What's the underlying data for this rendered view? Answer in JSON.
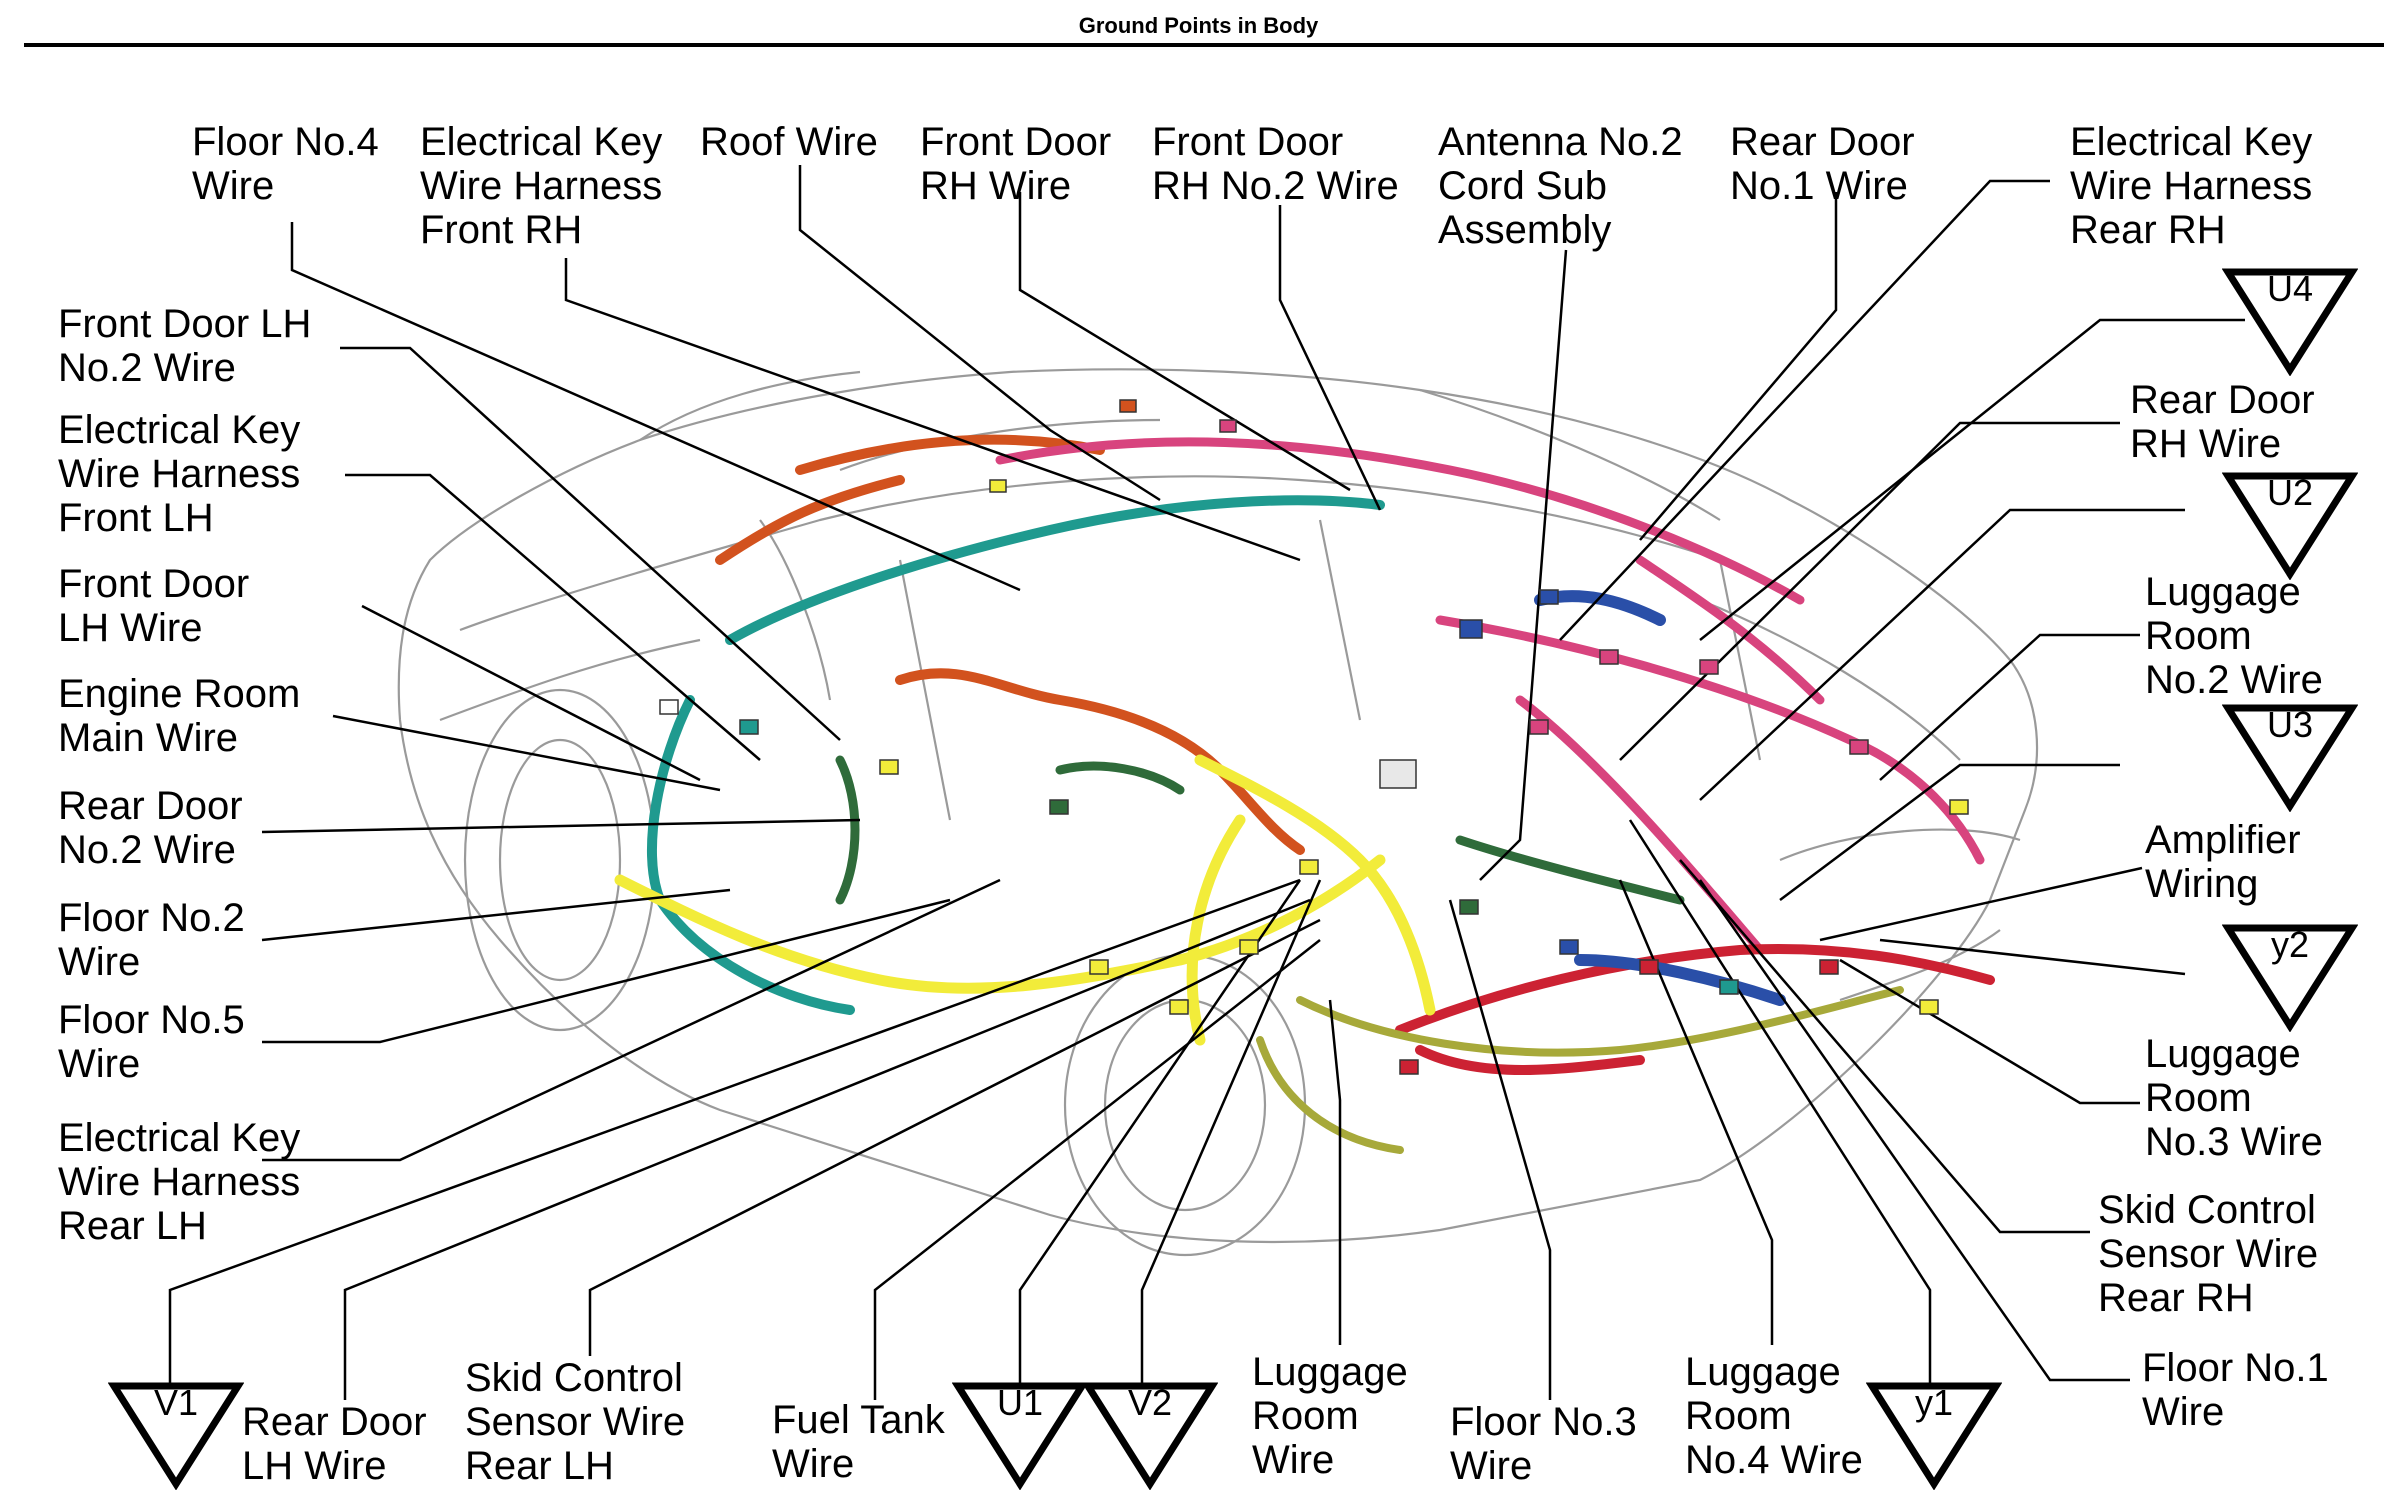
{
  "title": "Ground Points in Body",
  "labels": {
    "floor4": "Floor No.4\nWire",
    "ekwh_front_rh": "Electrical Key\nWire Harness\nFront RH",
    "roof_wire": "Roof Wire",
    "front_door_rh": "Front Door\nRH Wire",
    "front_door_rh2": "Front Door\nRH No.2 Wire",
    "antenna2": "Antenna No.2\nCord Sub\nAssembly",
    "rear_door1": "Rear Door\nNo.1 Wire",
    "ekwh_rear_rh": "Electrical Key\nWire Harness\nRear RH",
    "front_door_lh2": "Front Door LH\nNo.2 Wire",
    "ekwh_front_lh": "Electrical Key\nWire Harness\nFront LH",
    "front_door_lh": "Front Door\nLH Wire",
    "engine_room": "Engine Room\nMain Wire",
    "rear_door2": "Rear Door\nNo.2 Wire",
    "floor2": "Floor No.2\nWire",
    "floor5": "Floor No.5\nWire",
    "ekwh_rear_lh": "Electrical Key\nWire Harness\nRear LH",
    "rear_door_rh": "Rear Door\nRH Wire",
    "luggage2": "Luggage\nRoom\nNo.2 Wire",
    "amplifier": "Amplifier\nWiring",
    "luggage3": "Luggage\nRoom\nNo.3 Wire",
    "skid_rh": "Skid Control\nSensor Wire\nRear RH",
    "floor1": "Floor No.1\nWire",
    "rear_door_lh": "Rear Door\nLH Wire",
    "skid_lh": "Skid Control\nSensor Wire\nRear LH",
    "fuel_tank": "Fuel Tank\nWire",
    "luggage_room": "Luggage\nRoom\nWire",
    "floor3": "Floor No.3\nWire",
    "luggage4": "Luggage\nRoom\nNo.4 Wire"
  },
  "markers": {
    "u4": "U4",
    "u2": "U2",
    "u3": "U3",
    "y2": "y2",
    "v1": "V1",
    "u1": "U1",
    "v2": "V2",
    "y1": "y1"
  },
  "colors": {
    "car_outline": "#9a9a9a",
    "harness_yellow": "#f2ec3a",
    "harness_pink": "#d8447e",
    "harness_teal": "#1f9a8f",
    "harness_orange": "#d2521e",
    "harness_darkgreen": "#2f6b3a",
    "harness_red": "#cc2233",
    "harness_blue": "#2a4fa8",
    "harness_olive": "#a7a93a"
  }
}
